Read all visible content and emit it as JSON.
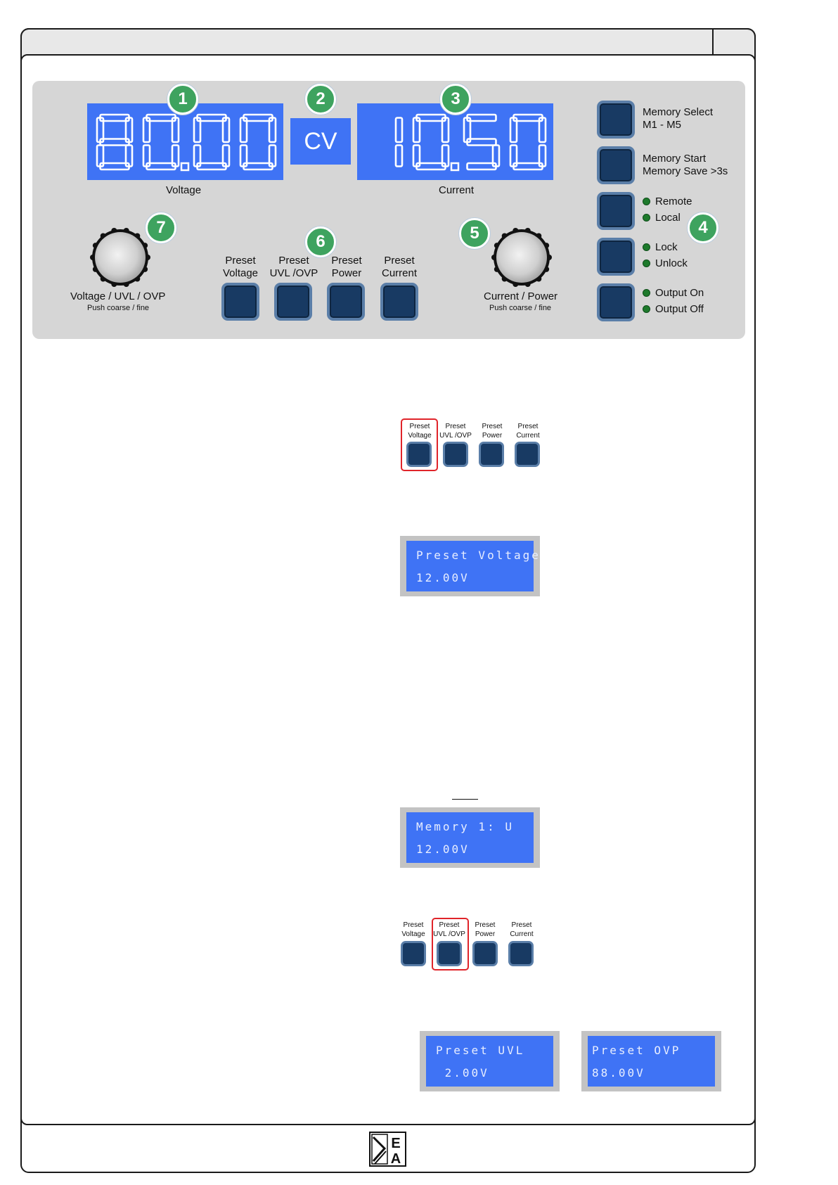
{
  "panel": {
    "voltage_display": "80.00",
    "mode_display": "CV",
    "current_display": "10.50",
    "voltage_label": "Voltage",
    "current_label": "Current",
    "callouts": [
      "1",
      "2",
      "3",
      "4",
      "5",
      "6",
      "7"
    ],
    "voltage_knob_label": "Voltage / UVL / OVP",
    "voltage_knob_sublabel": "Push coarse / fine",
    "current_knob_label": "Current / Power",
    "current_knob_sublabel": "Push coarse / fine",
    "preset_buttons": [
      {
        "line1": "Preset",
        "line2": "Voltage"
      },
      {
        "line1": "Preset",
        "line2": "UVL /OVP"
      },
      {
        "line1": "Preset",
        "line2": "Power"
      },
      {
        "line1": "Preset",
        "line2": "Current"
      }
    ],
    "right_buttons": [
      {
        "line1": "Memory Select",
        "line2": "M1 - M5"
      },
      {
        "line1": "Memory Start",
        "line2": "Memory Save >3s"
      },
      {
        "led1": "Remote",
        "led2": "Local"
      },
      {
        "led1": "Lock",
        "led2": "Unlock"
      },
      {
        "led1": "Output On",
        "led2": "Output Off"
      }
    ],
    "led_color": "#1e7a2c",
    "display_color": "#3f73f5"
  },
  "row1": {
    "buttons": [
      {
        "line1": "Preset",
        "line2": "Voltage"
      },
      {
        "line1": "Preset",
        "line2": "UVL /OVP"
      },
      {
        "line1": "Preset",
        "line2": "Power"
      },
      {
        "line1": "Preset",
        "line2": "Current"
      }
    ],
    "highlighted": "Preset Voltage"
  },
  "lcd1": {
    "line1": "Preset Voltage",
    "line2": "12.00V"
  },
  "lcd2": {
    "line1": "Memory 1: U",
    "line2": "12.00V"
  },
  "row2": {
    "buttons": [
      {
        "line1": "Preset",
        "line2": "Voltage"
      },
      {
        "line1": "Preset",
        "line2": "UVL /OVP"
      },
      {
        "line1": "Preset",
        "line2": "Power"
      },
      {
        "line1": "Preset",
        "line2": "Current"
      }
    ],
    "highlighted": "Preset UVL /OVP"
  },
  "lcd3": {
    "line1": "Preset UVL",
    "line2": " 2.00V"
  },
  "lcd4": {
    "line1": "Preset OVP",
    "line2": "88.00V"
  },
  "footer": {
    "logo_text": "EA"
  }
}
